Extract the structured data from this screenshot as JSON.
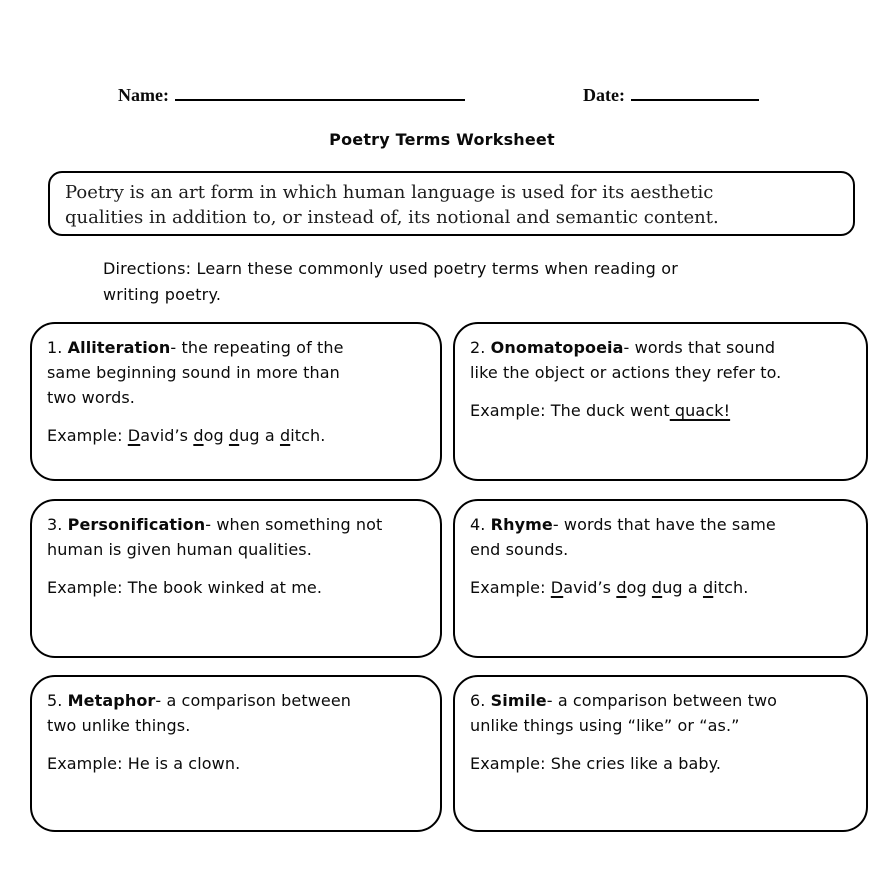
{
  "header": {
    "name_label": "Name:",
    "date_label": "Date:"
  },
  "title": "Poetry Terms Worksheet",
  "intro": {
    "lines": [
      "Poetry is an art form in which human language is used for its aesthetic",
      "qualities in addition to, or instead of, its notional and semantic content."
    ]
  },
  "directions": {
    "lines": [
      "Directions: Learn these commonly used poetry terms when reading or",
      "writing poetry."
    ]
  },
  "cards": [
    {
      "number": "1.",
      "term": "Alliteration",
      "def_line1_rest": "- the repeating of the",
      "def_lines": [
        "same beginning sound in more than",
        "two words."
      ],
      "example": [
        "Example: ",
        "D",
        "avid’s ",
        "d",
        "og ",
        "d",
        "ug a ",
        "d",
        "itch."
      ]
    },
    {
      "number": "2.",
      "term": "Onomatopoeia",
      "def_line1_rest": "- words that sound",
      "def_lines": [
        "like the object or actions they refer to."
      ],
      "example": [
        "Example: The duck went",
        " quack!"
      ]
    },
    {
      "number": "3.",
      "term": "Personification",
      "def_line1_rest": "- when something not",
      "def_lines": [
        "human is given human qualities."
      ],
      "example": [
        "Example: The book winked at me."
      ]
    },
    {
      "number": "4.",
      "term": "Rhyme",
      "def_line1_rest": "- words that have the same",
      "def_lines": [
        "end sounds."
      ],
      "example": [
        "Example: ",
        "D",
        "avid’s ",
        "d",
        "og ",
        "d",
        "ug a ",
        "d",
        "itch."
      ]
    },
    {
      "number": "5.",
      "term": "Metaphor",
      "def_line1_rest": "- a comparison between",
      "def_lines": [
        "two unlike things."
      ],
      "example": [
        "Example: He is a clown."
      ]
    },
    {
      "number": "6.",
      "term": "Simile",
      "def_line1_rest": "- a comparison between two",
      "def_lines": [
        "unlike things using “like” or “as.”"
      ],
      "example": [
        "Example: She cries like a baby."
      ]
    }
  ]
}
